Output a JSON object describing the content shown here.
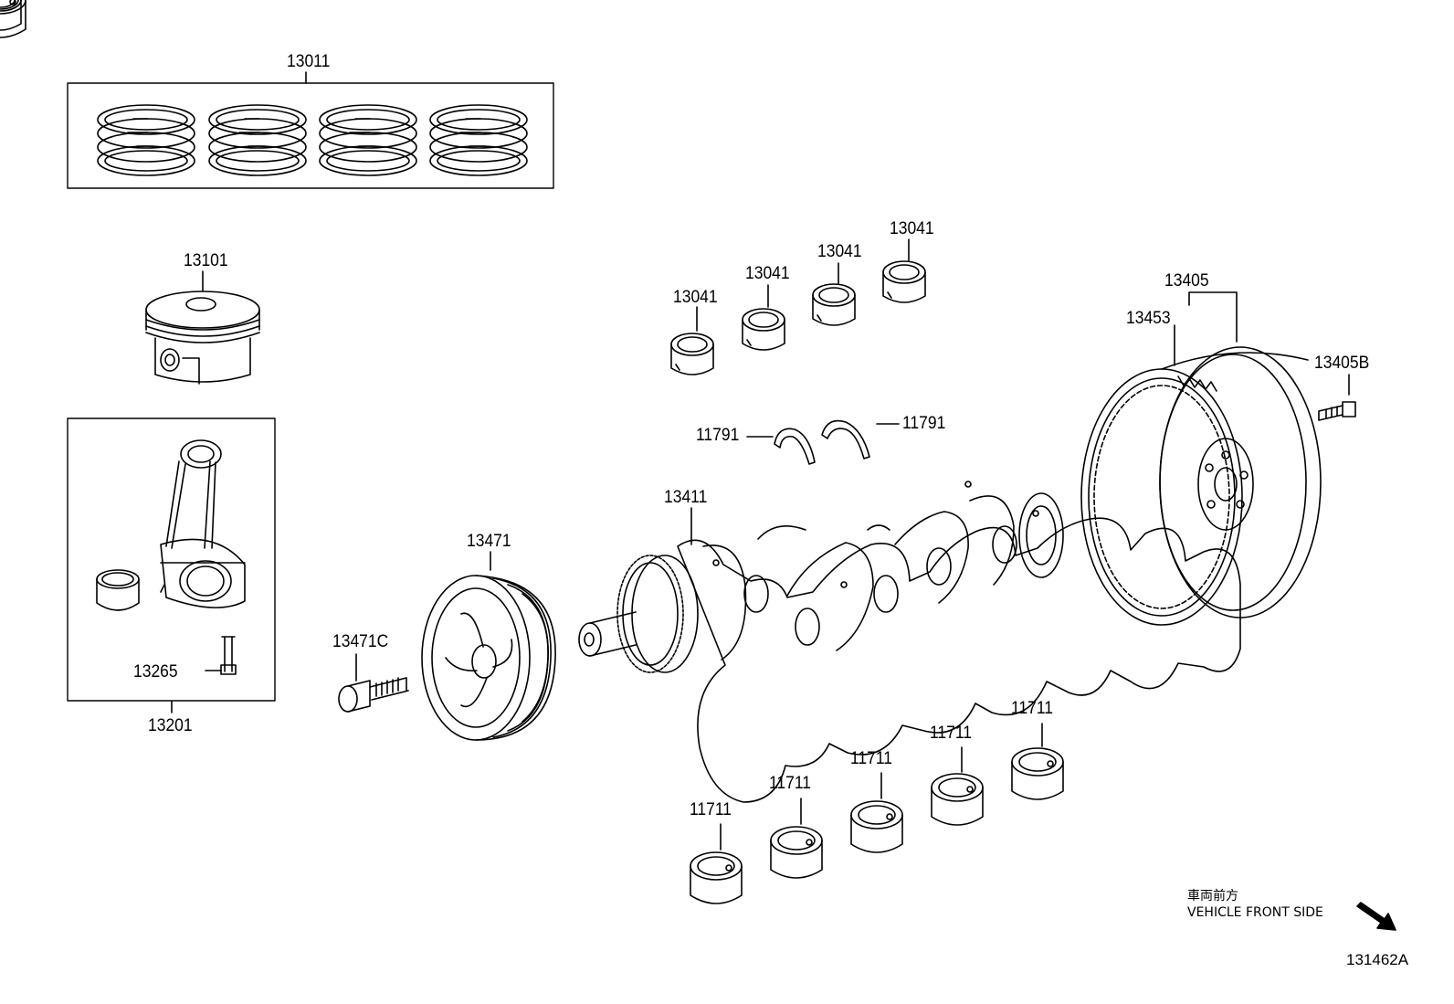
{
  "diagram": {
    "parts": {
      "piston_ring_set": "13011",
      "piston": "13101",
      "connecting_rod_assembly": "13201",
      "connecting_rod_bolt": "13265",
      "crankshaft_pulley_bolt": "13471C",
      "crankshaft_pulley": "13471",
      "crankshaft": "13411",
      "crankshaft_thrust_washer_left": "11791",
      "crankshaft_thrust_washer_right": "11791",
      "connecting_rod_bearing_1": "13041",
      "connecting_rod_bearing_2": "13041",
      "connecting_rod_bearing_3": "13041",
      "connecting_rod_bearing_4": "13041",
      "flywheel_assembly": "13405",
      "ring_gear": "13453",
      "flywheel_bolt": "13405B",
      "main_bearing_1": "11711",
      "main_bearing_2": "11711",
      "main_bearing_3": "11711",
      "main_bearing_4": "11711",
      "main_bearing_5": "11711"
    },
    "direction_label_jp": "車両前方",
    "direction_label_en": "VEHICLE FRONT SIDE",
    "illustration_code": "131462A"
  }
}
